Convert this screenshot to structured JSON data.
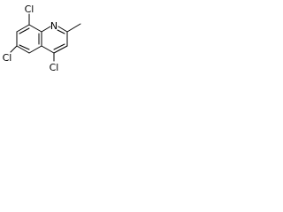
{
  "molecule": {
    "atoms": {
      "cl8": "Cl",
      "n1": "N",
      "cl6": "Cl",
      "cl4": "Cl"
    }
  }
}
